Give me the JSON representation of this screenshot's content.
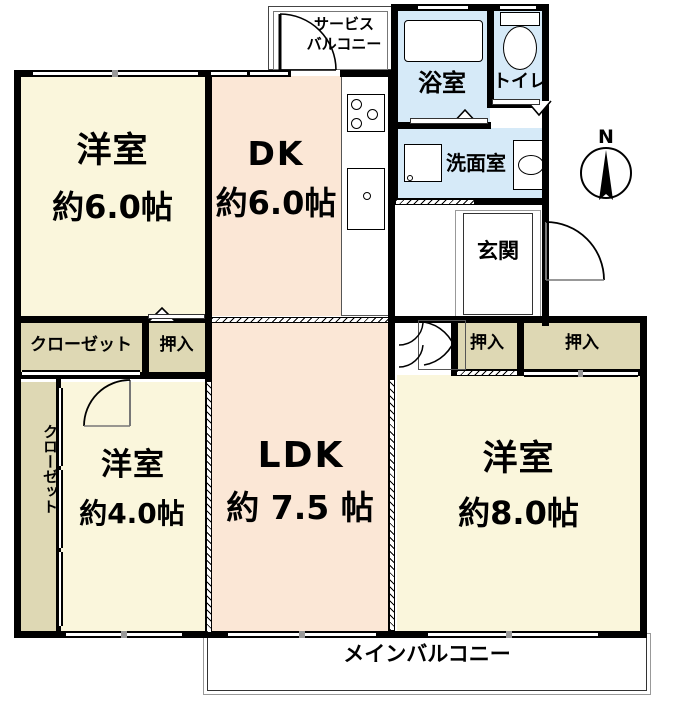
{
  "plan": {
    "type": "japanese-floor-plan",
    "compass": {
      "label": "N",
      "name": "north-arrow"
    },
    "colors": {
      "wall": "#000000",
      "washitsu_beige": "#faf6dc",
      "ldk_peach": "#fbe7d6",
      "closet_tan": "#ded8b4",
      "water_blue": "#d6eaf8",
      "white": "#ffffff"
    },
    "rooms": [
      {
        "id": "yoshitsu6",
        "name": "洋室",
        "area": "約6.0帖",
        "fill": "#faf6dc"
      },
      {
        "id": "dk",
        "name": "DK",
        "area": "約6.0帖",
        "fill": "#fbe7d6"
      },
      {
        "id": "ldk",
        "name": "LDK",
        "area": "約 7.5 帖",
        "fill": "#fbe7d6"
      },
      {
        "id": "yoshitsu4",
        "name": "洋室",
        "area": "約4.0帖",
        "fill": "#faf6dc"
      },
      {
        "id": "yoshitsu8",
        "name": "洋室",
        "area": "約8.0帖",
        "fill": "#faf6dc"
      }
    ],
    "wet_areas": [
      {
        "id": "bathroom",
        "label": "浴室",
        "fill": "#d6eaf8"
      },
      {
        "id": "toilet",
        "label": "トイレ",
        "fill": "#d6eaf8"
      },
      {
        "id": "washroom",
        "label": "洗面室",
        "fill": "#d6eaf8"
      }
    ],
    "storage": [
      {
        "id": "closet-top",
        "label": "クローゼット",
        "orientation": "horizontal",
        "fill": "#ded8b4"
      },
      {
        "id": "oshiire-top",
        "label": "押入",
        "orientation": "horizontal",
        "fill": "#ded8b4"
      },
      {
        "id": "closet-left",
        "label": "クローゼット",
        "orientation": "vertical",
        "fill": "#ded8b4"
      },
      {
        "id": "oshiire-mid",
        "label": "押入",
        "orientation": "horizontal",
        "fill": "#ded8b4"
      },
      {
        "id": "oshiire-right",
        "label": "押入",
        "orientation": "horizontal",
        "fill": "#ded8b4"
      }
    ],
    "other_spaces": [
      {
        "id": "service-balcony",
        "label": "サービス\nバルコニー"
      },
      {
        "id": "genkan",
        "label": "玄関"
      },
      {
        "id": "main-balcony",
        "label": "メインバルコニー"
      }
    ],
    "fixtures": [
      {
        "id": "bathtub",
        "name": "bathtub"
      },
      {
        "id": "toilet-bowl",
        "name": "toilet-bowl"
      },
      {
        "id": "washbasin",
        "name": "wash-basin"
      },
      {
        "id": "washer",
        "name": "washing-machine-space"
      },
      {
        "id": "stove",
        "name": "gas-stove"
      },
      {
        "id": "sink",
        "name": "kitchen-sink"
      }
    ]
  }
}
